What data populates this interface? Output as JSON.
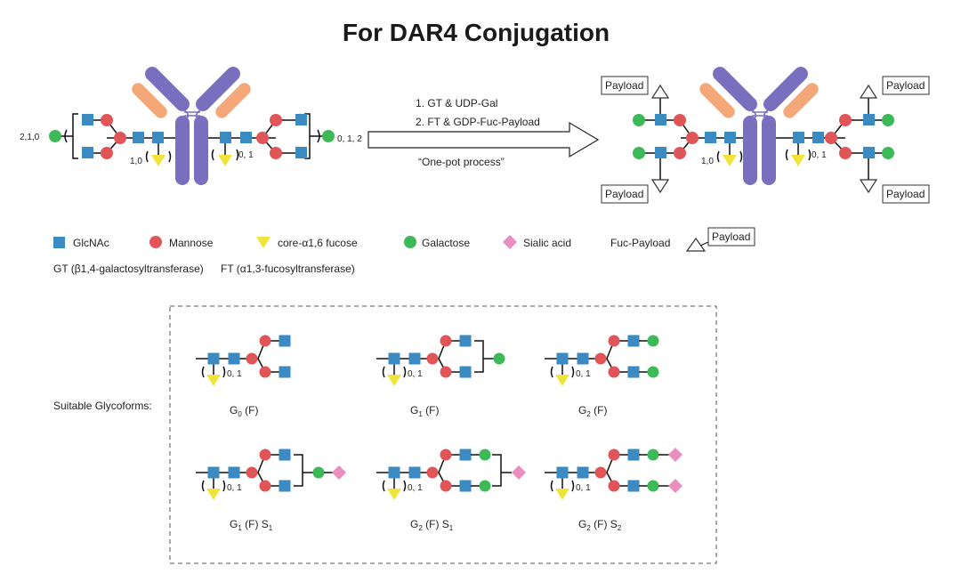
{
  "title": "For DAR4 Conjugation",
  "reaction": {
    "step1": "1. GT & UDP-Gal",
    "step2": "2. FT & GDP-Fuc-Payload",
    "note": "“One-pot process”"
  },
  "substrate_labels": {
    "left_gal_count": "2,1,0",
    "right_gal_count": "0, 1, 2",
    "left_fuc_count": "1,0",
    "right_fuc_count": "0, 1"
  },
  "product_labels": {
    "payload": "Payload",
    "left_fuc_count": "1,0",
    "right_fuc_count": "0, 1"
  },
  "legend": {
    "glcnac": "GlcNAc",
    "mannose": "Mannose",
    "fucose": "core-α1,6 fucose",
    "galactose": "Galactose",
    "sialic": "Sialic acid",
    "fuc_payload": "Fuc-Payload",
    "payload": "Payload",
    "gt": "GT (β1,4-galactosyltransferase)",
    "ft": "FT (α1,3-fucosyltransferase)"
  },
  "colors": {
    "glcnac": "#3b8bc2",
    "mannose": "#e05558",
    "fucose": "#f0e43a",
    "galactose": "#3dba57",
    "sialic": "#ea8ec0",
    "heavy_chain": "#7a6fbf",
    "light_chain": "#f4a878"
  },
  "glycoforms": {
    "heading": "Suitable Glycoforms:",
    "fuc_count": "0, 1",
    "items": [
      {
        "base": "G",
        "sub": "0",
        "rest": " (F)",
        "s": "",
        "branches": 0
      },
      {
        "base": "G",
        "sub": "1",
        "rest": " (F)",
        "s": "",
        "branches": 1
      },
      {
        "base": "G",
        "sub": "2",
        "rest": " (F)",
        "s": "",
        "branches": 2
      },
      {
        "base": "G",
        "sub": "1",
        "rest": " (F) S",
        "s": "1",
        "branches": 3
      },
      {
        "base": "G",
        "sub": "2",
        "rest": " (F) S",
        "s": "1",
        "branches": 4
      },
      {
        "base": "G",
        "sub": "2",
        "rest": " (F) S",
        "s": "2",
        "branches": 5
      }
    ]
  }
}
